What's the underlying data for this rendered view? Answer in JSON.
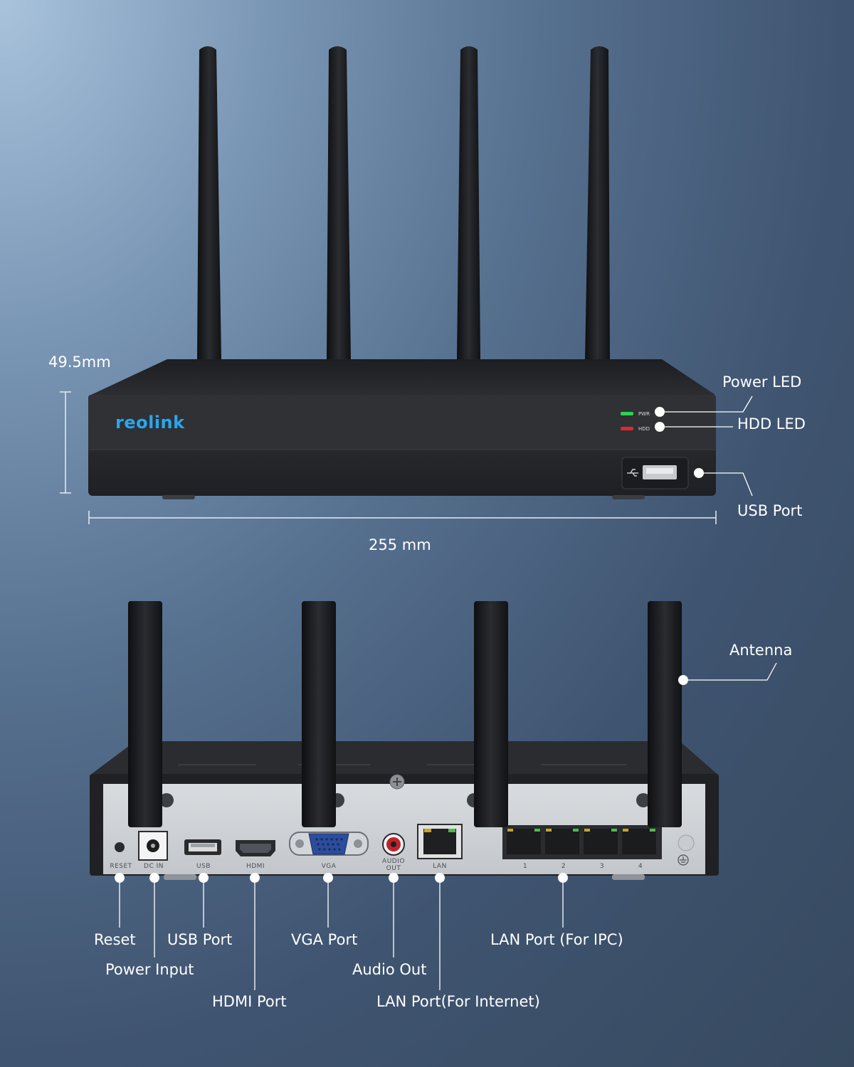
{
  "brand": "reolink",
  "dimensions": {
    "height": "49.5mm",
    "width": "255 mm"
  },
  "front_labels": {
    "power_led": "Power LED",
    "hdd_led": "HDD LED",
    "usb_port": "USB Port"
  },
  "front_panel_text": {
    "pwr": "PWR",
    "hdd": "HDD"
  },
  "back_labels": {
    "antenna": "Antenna",
    "reset": "Reset",
    "usb_port": "USB Port",
    "power_input": "Power Input",
    "hdmi_port": "HDMI Port",
    "vga_port": "VGA Port",
    "audio_out": "Audio Out",
    "lan_internet": "LAN Port(For Internet)",
    "lan_ipc": "LAN Port (For IPC)"
  },
  "rear_panel_text": {
    "reset": "RESET",
    "dc_in": "DC IN",
    "usb": "USB",
    "hdmi": "HDMI",
    "vga": "VGA",
    "audio": "AUDIO",
    "out": "OUT",
    "lan": "LAN",
    "ports": [
      "1",
      "2",
      "3",
      "4"
    ]
  },
  "colors": {
    "led_power": "#2bd44f",
    "led_hdd": "#e8252a",
    "brand": "#2aa6ec"
  }
}
